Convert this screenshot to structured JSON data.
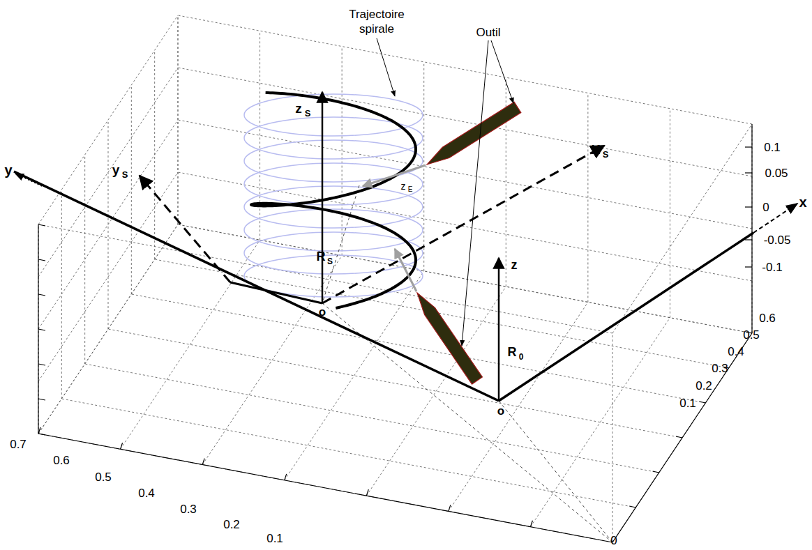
{
  "diagram": {
    "labels": [
      "Trajectoire",
      "spirale",
      "Outil",
      "z",
      "S",
      "X",
      "S",
      "z",
      "E",
      "y",
      "S",
      "R",
      "S",
      "o",
      "y",
      "x",
      "z",
      "R",
      "0",
      "o",
      "0.1",
      "0.05",
      "0",
      "-0.05",
      "-0.1",
      "0.6",
      "0.5",
      "0.4",
      "0.3",
      "0.2",
      "0.1",
      "0",
      "0.7",
      "0.6",
      "0.5",
      "0.4",
      "0.3",
      "0.2",
      "0.1"
    ]
  }
}
